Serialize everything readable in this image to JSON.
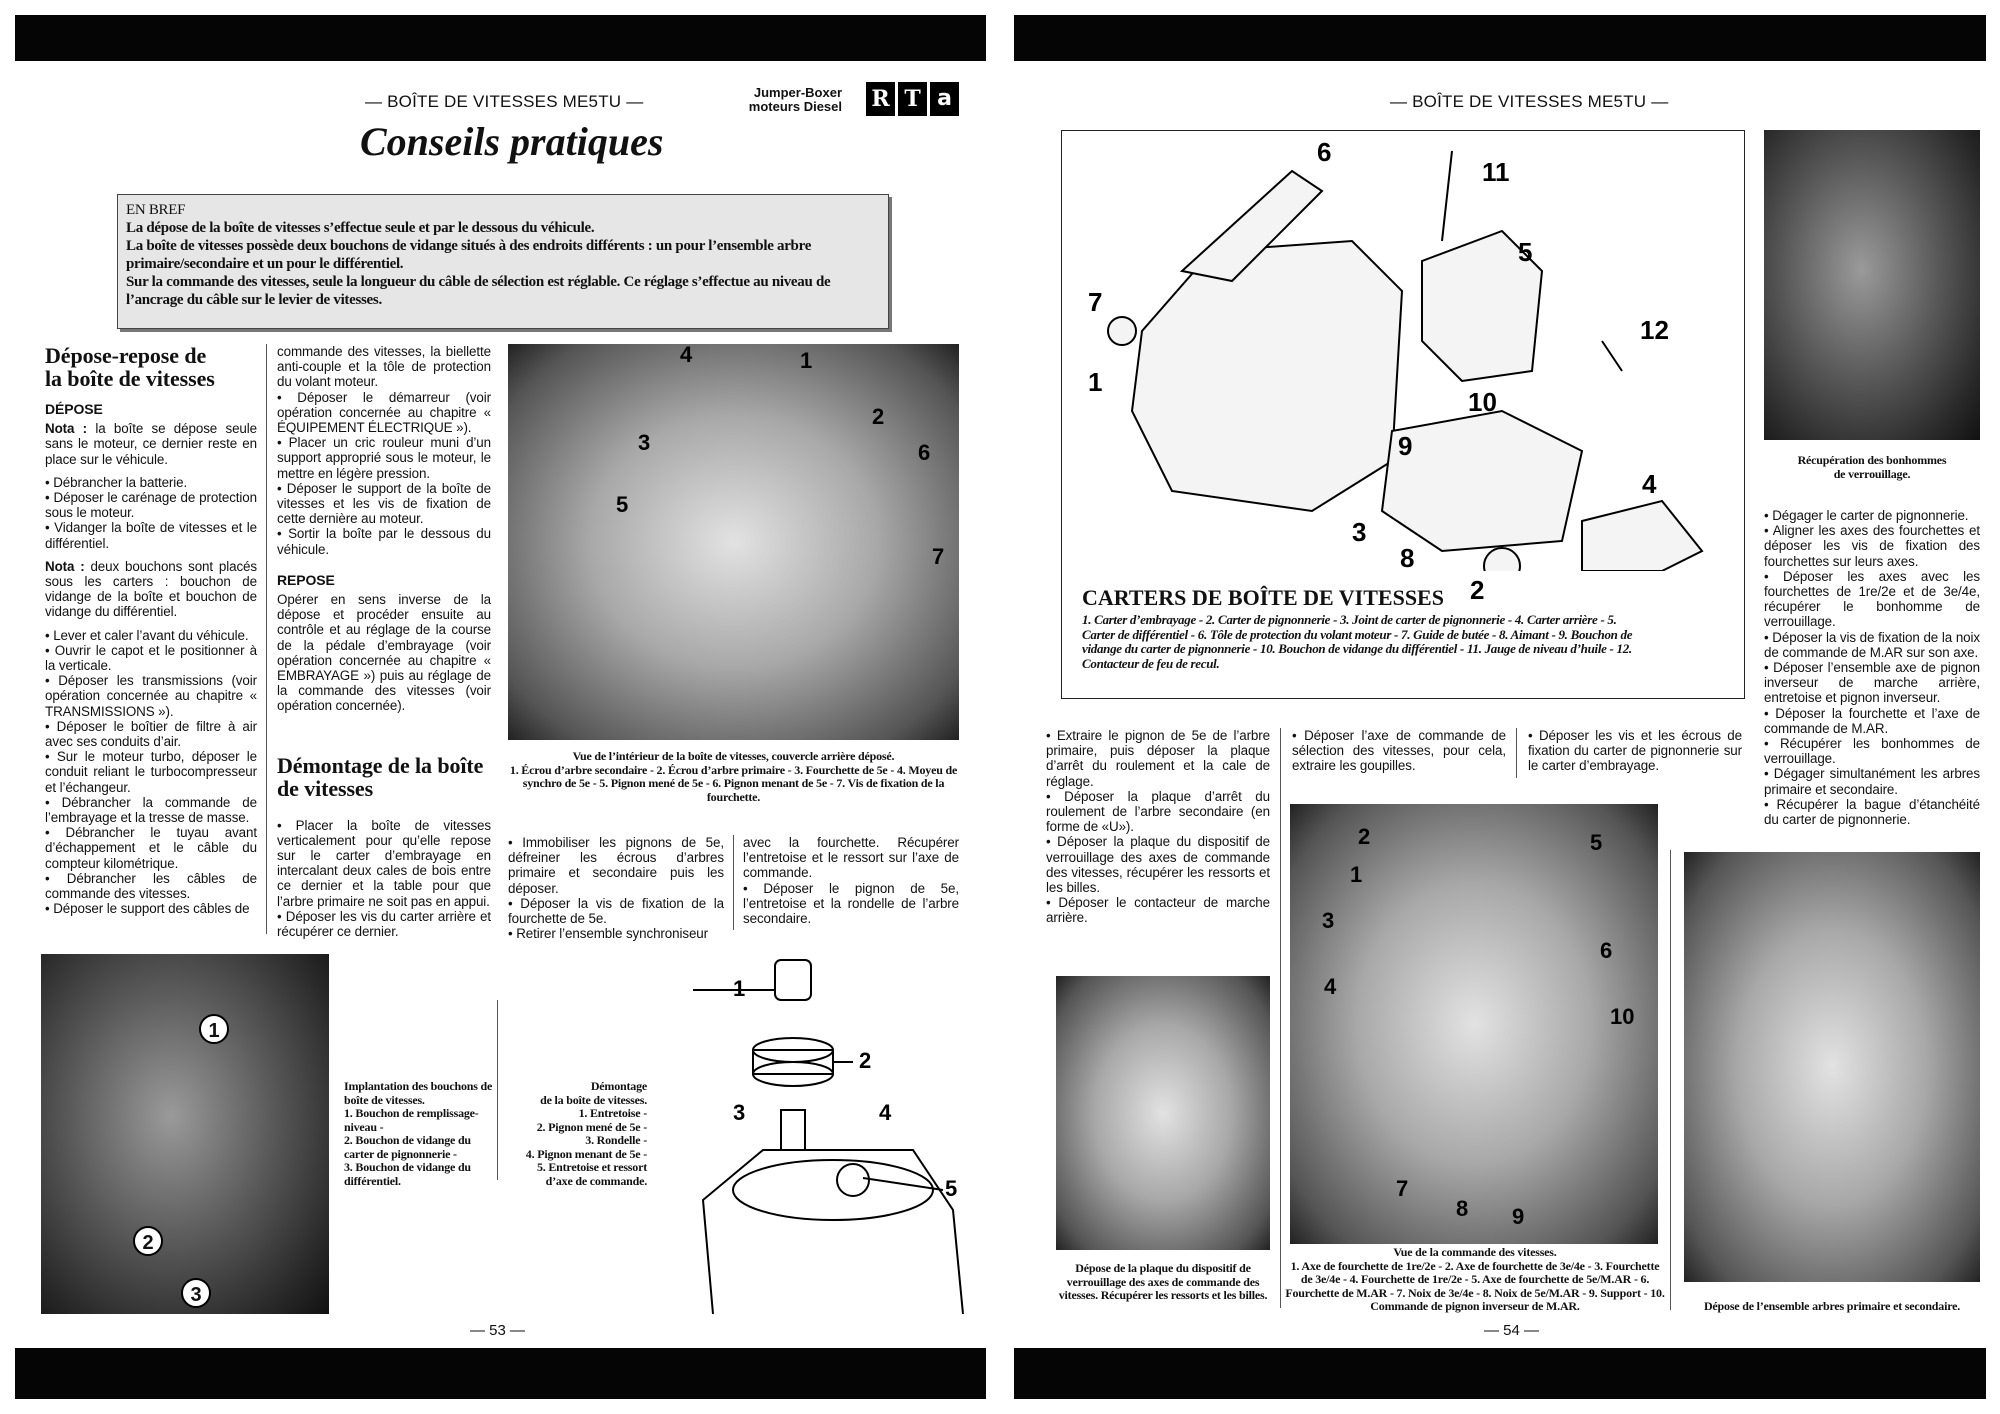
{
  "left": {
    "header": "— BOÎTE DE VITESSES ME5TU —",
    "vehicle": [
      "Jumper-Boxer",
      "moteurs Diesel"
    ],
    "logo": [
      "R",
      "T",
      "a"
    ],
    "title": "Conseils pratiques",
    "en_bref": {
      "heading": "EN BREF",
      "lines": [
        "La dépose de la boîte de vitesses s’effectue seule et par le dessous du véhicule.",
        "La boîte de vitesses possède deux bouchons de vidange situés à des endroits différents : un pour l’ensemble arbre primaire/secondaire et un pour le différentiel.",
        "Sur la commande des vitesses, seule la longueur du câble de sélection est réglable. Ce réglage s’effectue au niveau de l’ancrage du câble sur le levier de vitesses."
      ]
    },
    "section1": {
      "title": "Dépose-repose de la boîte de vitesses",
      "depose": "DÉPOSE",
      "nota1_label": "Nota :",
      "nota1": " la boîte se dépose seule sans le moteur, ce dernier reste en place sur le véhicule.",
      "steps1": [
        "• Débrancher la batterie.",
        "• Déposer le carénage de protection sous le moteur.",
        "• Vidanger la boîte de vitesses et le différentiel."
      ],
      "nota2_label": "Nota :",
      "nota2": " deux bouchons sont placés sous les carters : bouchon de vidange de la boîte et bouchon de vidange du différentiel.",
      "steps2": [
        "• Lever et caler l’avant du véhicule.",
        "• Ouvrir le capot et le positionner à la verticale.",
        "• Déposer les transmissions (voir opération concernée au chapitre « TRANSMISSIONS »).",
        "• Déposer le boîtier de filtre à air avec ses conduits d’air.",
        "• Sur le moteur turbo, déposer le conduit reliant le turbocompresseur et l’échangeur.",
        "• Débrancher la commande de l’embrayage et la tresse de masse.",
        "• Débrancher le tuyau avant d’échappement et le câble du compteur kilométrique.",
        "• Débrancher les câbles de commande des vitesses.",
        "• Déposer le support des câbles de"
      ],
      "steps3": [
        "commande des vitesses, la biellette anti-couple et la tôle de protection du volant moteur.",
        "• Déposer le démarreur (voir opération concernée au chapitre « ÉQUIPEMENT ÉLECTRIQUE »).",
        "• Placer un cric rouleur muni d’un support approprié sous le moteur, le mettre en légère pression.",
        "• Déposer le support de la boîte de vitesses et les vis de fixation de cette dernière au moteur.",
        "• Sortir la boîte par le dessous du véhicule."
      ],
      "repose": "REPOSE",
      "repose_text": "Opérer en sens inverse de la dépose et procéder ensuite au contrôle et au réglage de la course de la pédale d’embrayage (voir opération concernée au chapitre « EMBRAYAGE ») puis au réglage de la commande des vitesses (voir opération concernée)."
    },
    "section2": {
      "title": "Démontage de la boîte de vitesses",
      "steps": [
        "• Placer la boîte de vitesses verticalement pour qu’elle repose sur le carter d’embrayage en intercalant deux cales de bois entre ce dernier et la table pour que l’arbre primaire ne soit pas en appui.",
        "• Déposer les vis du carter arrière et récupérer ce dernier."
      ],
      "steps_b": [
        "• Immobiliser les pignons de 5e, défreiner les écrous d’arbres primaire et secondaire puis les déposer.",
        "• Déposer la vis de fixation de la fourchette de 5e.",
        "• Retirer l’ensemble synchroniseur"
      ],
      "steps_c": [
        "avec la fourchette. Récupérer l’entretoise et le ressort sur l’axe de commande.",
        "• Déposer le pignon de 5e, l’entretoise et la rondelle de l’arbre secondaire."
      ]
    },
    "photo1": {
      "callouts": [
        "4",
        "1",
        "2",
        "3",
        "6",
        "5",
        "7"
      ],
      "caption": [
        "Vue de l’intérieur de la boîte de vitesses, couvercle arrière déposé.",
        "1. Écrou d’arbre secondaire - 2. Écrou d’arbre primaire - 3. Fourchette de 5e - 4. Moyeu de synchro de 5e - 5. Pignon mené de 5e - 6. Pignon menant de 5e - 7. Vis de fixation de la fourchette."
      ]
    },
    "photo2": {
      "callouts": [
        "1",
        "2",
        "3"
      ],
      "caption": [
        "Implantation des bouchons de boîte de vitesses.",
        "1. Bouchon de remplissage-niveau -",
        "2. Bouchon de vidange du carter de pignonnerie -",
        "3. Bouchon de vidange du différentiel."
      ]
    },
    "diagram2": {
      "callouts": [
        "1",
        "2",
        "3",
        "4",
        "5"
      ],
      "caption": [
        "Démontage",
        "de la boîte de vitesses.",
        "1. Entretoise -",
        "2. Pignon mené de 5e -",
        "3. Rondelle -",
        "4. Pignon menant de 5e -",
        "5. Entretoise et ressort",
        "d’axe de commande."
      ]
    },
    "page_number": "— 53 —"
  },
  "right": {
    "header": "— BOÎTE DE VITESSES ME5TU —",
    "diagram": {
      "callouts": [
        "6",
        "11",
        "7",
        "5",
        "12",
        "1",
        "10",
        "9",
        "4",
        "3",
        "8",
        "2"
      ],
      "title": "CARTERS DE BOÎTE DE VITESSES",
      "legend": "1. Carter d’embrayage - 2. Carter de pignonnerie - 3. Joint de carter de pignonnerie - 4. Carter arrière - 5. Carter de différentiel - 6. Tôle de protection du volant moteur - 7. Guide de butée - 8. Aimant - 9. Bouchon de vidange du carter de pignonnerie - 10. Bouchon de vidange du différentiel - 11. Jauge de niveau d’huile - 12. Contacteur de feu de recul."
    },
    "photo_top": {
      "caption": [
        "Récupération des bonhommes",
        "de verrouillage."
      ]
    },
    "col_right": [
      "• Dégager le carter de pignonnerie.",
      "• Aligner les axes des fourchettes et déposer les vis de fixation des fourchettes sur leurs axes.",
      "• Déposer les axes avec les fourchettes de 1re/2e et de 3e/4e, récupérer le bonhomme de verrouillage.",
      "• Déposer la vis de fixation de la noix de commande de M.AR sur son axe.",
      "• Déposer l’ensemble axe de pignon inverseur de marche arrière, entretoise et pignon inverseur.",
      "• Déposer la fourchette et l’axe de commande de M.AR.",
      "• Récupérer les bonhommes de verrouillage.",
      "• Dégager simultanément les arbres primaire et secondaire.",
      "• Récupérer la bague d’étanchéité du carter de pignonnerie."
    ],
    "col_a": [
      "• Extraire le pignon de 5e de l’arbre primaire, puis déposer la plaque d’arrêt du roulement et la cale de réglage.",
      "• Déposer la plaque d’arrêt du roulement de l’arbre secondaire (en forme de «U»).",
      "• Déposer la plaque du dispositif de verrouillage des axes de commande des vitesses, récupérer les ressorts et les billes.",
      "• Déposer le contacteur de marche arrière."
    ],
    "col_b": [
      "• Déposer l’axe de commande de sélection des vitesses, pour cela, extraire les goupilles."
    ],
    "col_c": [
      "• Déposer les vis et les écrous de fixation du carter de pignonnerie sur le carter d’embrayage."
    ],
    "photo_left": {
      "caption": "Dépose de la plaque du dispositif de verrouillage des axes de commande des vitesses. Récupérer les ressorts et les billes."
    },
    "photo_center": {
      "callouts": [
        "2",
        "5",
        "1",
        "3",
        "6",
        "4",
        "10",
        "7",
        "8",
        "9"
      ],
      "caption": [
        "Vue de la commande des vitesses.",
        "1. Axe de fourchette de 1re/2e - 2. Axe de fourchette de 3e/4e - 3. Fourchette de 3e/4e - 4. Fourchette de 1re/2e - 5. Axe de fourchette de 5e/M.AR - 6. Fourchette de M.AR - 7. Noix de 3e/4e - 8. Noix de 5e/M.AR - 9. Support - 10. Commande de pignon inverseur de M.AR."
      ]
    },
    "photo_right": {
      "caption": "Dépose de l’ensemble arbres primaire et secondaire."
    },
    "page_number": "— 54 —"
  }
}
